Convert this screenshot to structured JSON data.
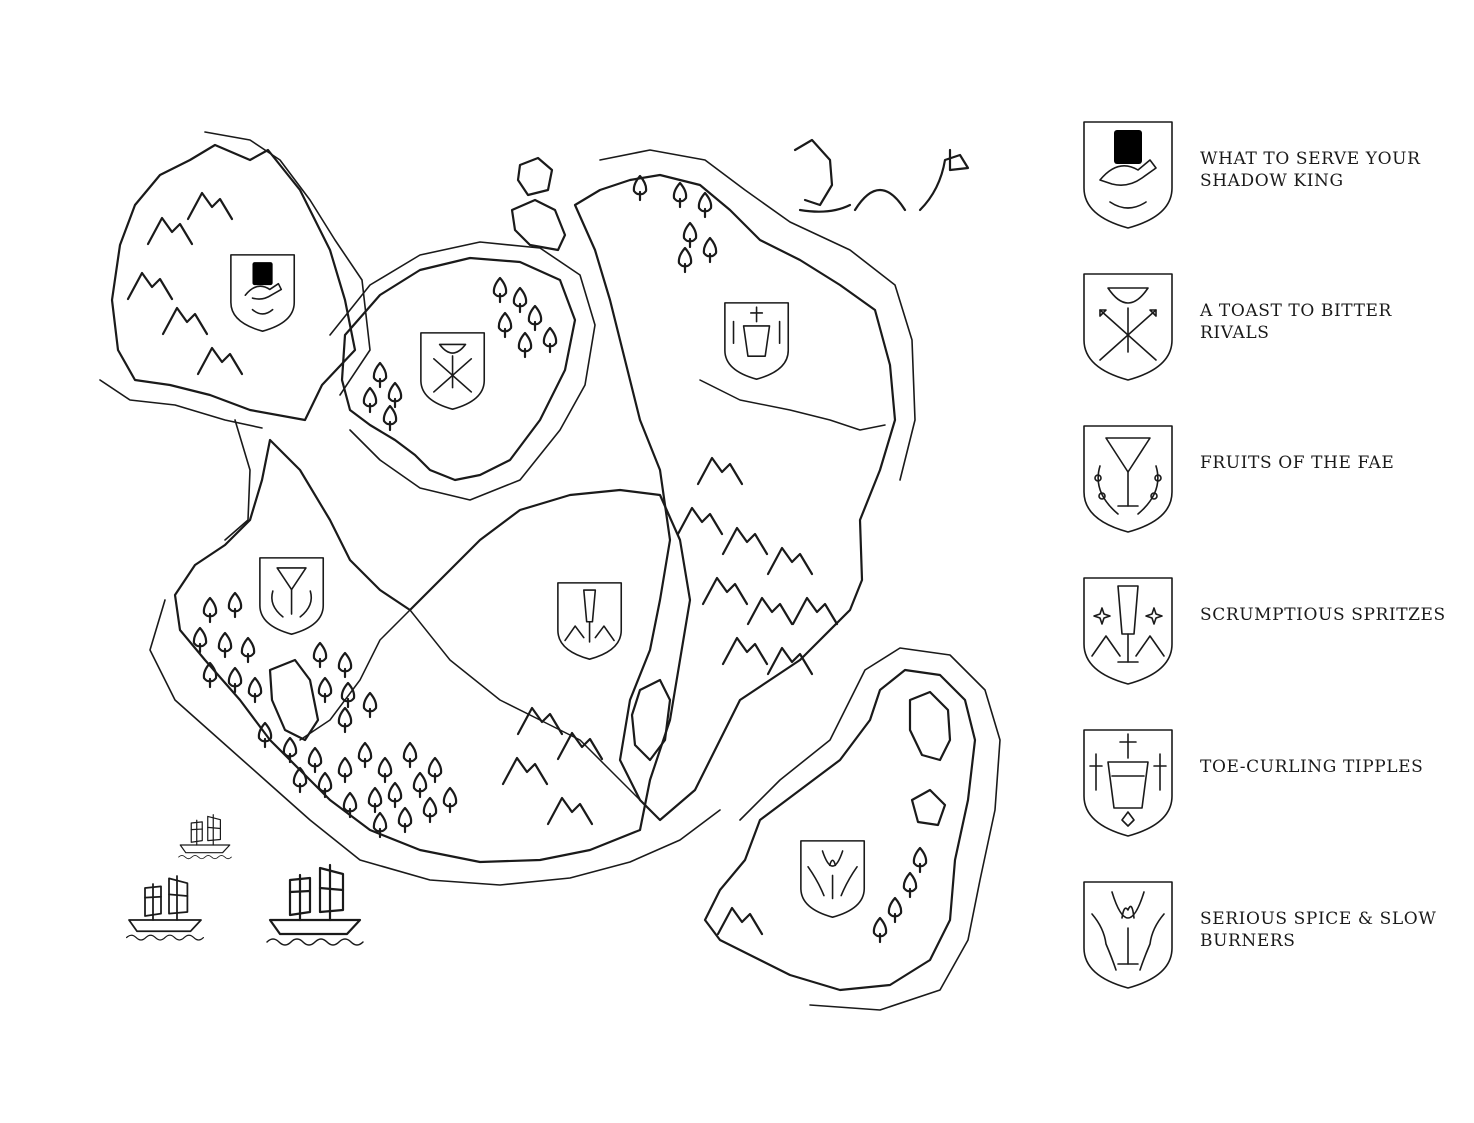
{
  "legend": {
    "items": [
      {
        "label": "What to serve your shadow king",
        "icon": "pelican-pillar-shield-icon"
      },
      {
        "label": "A toast to bitter rivals",
        "icon": "chalice-crossed-arrows-shield-icon"
      },
      {
        "label": "Fruits of the Fae",
        "icon": "martini-wreath-shield-icon"
      },
      {
        "label": "Scrumptious spritzes",
        "icon": "flute-stars-mountains-shield-icon"
      },
      {
        "label": "Toe-curling tipples",
        "icon": "goblet-cross-daggers-shield-icon"
      },
      {
        "label": "Serious spice & slow burners",
        "icon": "flaming-glass-wings-shield-icon"
      }
    ]
  },
  "colors": {
    "ink": "#1a1a1a",
    "paper": "#ffffff"
  }
}
